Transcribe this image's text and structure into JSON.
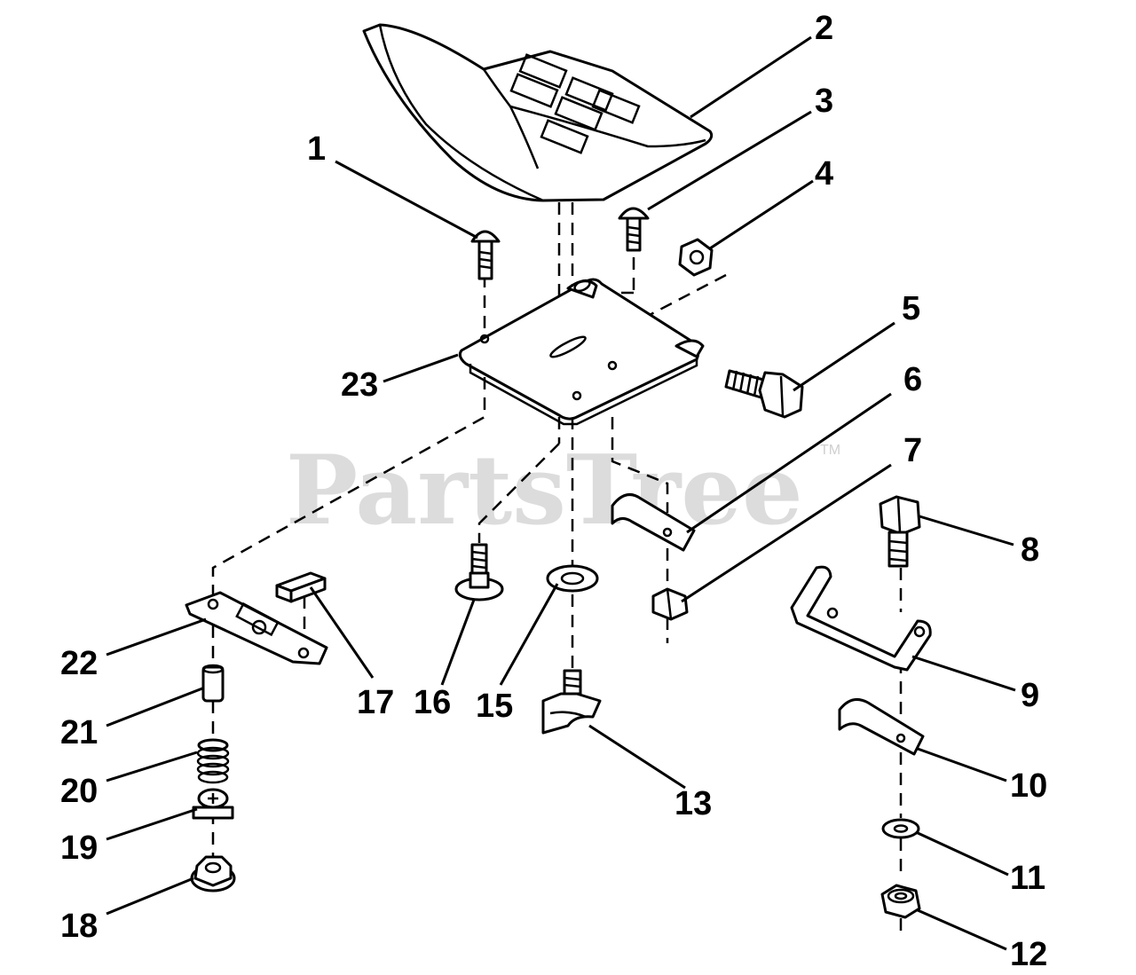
{
  "watermark": {
    "text": "PartsTree",
    "trademark": "TM"
  },
  "callouts": {
    "c1": "1",
    "c2": "2",
    "c3": "3",
    "c4": "4",
    "c5": "5",
    "c6": "6",
    "c7": "7",
    "c8": "8",
    "c9": "9",
    "c10": "10",
    "c11": "11",
    "c12": "12",
    "c13": "13",
    "c15": "15",
    "c16": "16",
    "c17": "17",
    "c18": "18",
    "c19": "19",
    "c20": "20",
    "c21": "21",
    "c22": "22",
    "c23": "23"
  },
  "colors": {
    "line": "#000000",
    "watermark": "#dcdcdc",
    "background": "#ffffff"
  }
}
